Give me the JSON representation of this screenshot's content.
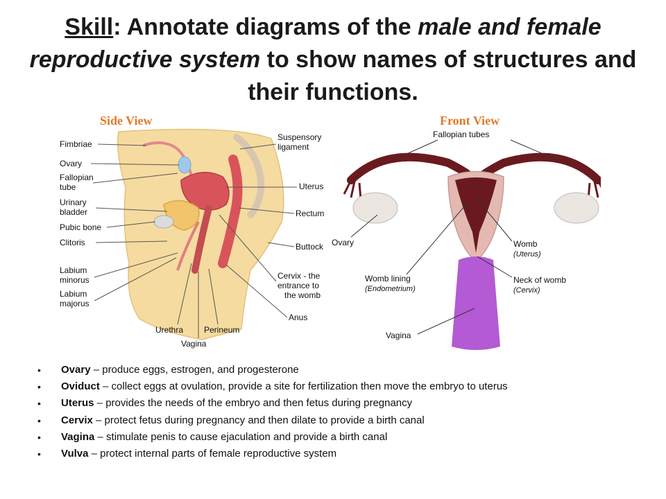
{
  "title": {
    "part1": "Skill",
    "part2": ": Annotate diagrams of the ",
    "part3": "male and female reproductive system",
    "part4": " to show names of structures and their functions."
  },
  "side_view": {
    "heading": "Side View",
    "labels": {
      "fimbriae": "Fimbriae",
      "ovary": "Ovary",
      "fallopian1": "Fallopian",
      "fallopian2": "tube",
      "bladder1": "Urinary",
      "bladder2": "bladder",
      "pubic": "Pubic bone",
      "clitoris": "Clitoris",
      "lminorus1": "Labium",
      "lminorus2": "minorus",
      "lmajorus1": "Labium",
      "lmajorus2": "majorus",
      "susp1": "Suspensory",
      "susp2": "ligament",
      "uterus": "Uterus",
      "rectum": "Rectum",
      "buttock": "Buttock",
      "cervix1": "Cervix - the",
      "cervix2": "entrance to",
      "cervix3": "the womb",
      "anus": "Anus",
      "urethra": "Urethra",
      "perineum": "Perineum",
      "vagina": "Vagina"
    }
  },
  "front_view": {
    "heading": "Front View",
    "labels": {
      "fallopian": "Fallopian tubes",
      "ovary": "Ovary",
      "womb": "Womb",
      "womb_sub": "(Uterus)",
      "lining": "Womb lining",
      "lining_sub": "(Endometrium)",
      "neck": "Neck of womb",
      "neck_sub": "(Cervix)",
      "vagina": "Vagina"
    }
  },
  "bullets": [
    {
      "term": "Ovary",
      "text": " – produce eggs, estrogen, and progesterone"
    },
    {
      "term": "Oviduct",
      "text": " – collect eggs at ovulation, provide a site for fertilization then move the embryo to uterus"
    },
    {
      "term": "Uterus",
      "text": " – provides the needs of the embryo and then fetus during pregnancy"
    },
    {
      "term": "Cervix",
      "text": " – protect fetus during pregnancy and then dilate to provide a birth canal"
    },
    {
      "term": "Vagina",
      "text": " – stimulate penis to cause ejaculation and provide a birth canal"
    },
    {
      "term": "Vulva",
      "text": " – protect internal parts of female reproductive system"
    }
  ],
  "colors": {
    "heading_orange": "#e07b2a",
    "skin": "#f6dba0",
    "uterus_red": "#d9545a",
    "front_uterus": "#6a1a1e",
    "vagina_purple": "#b45ad4"
  }
}
